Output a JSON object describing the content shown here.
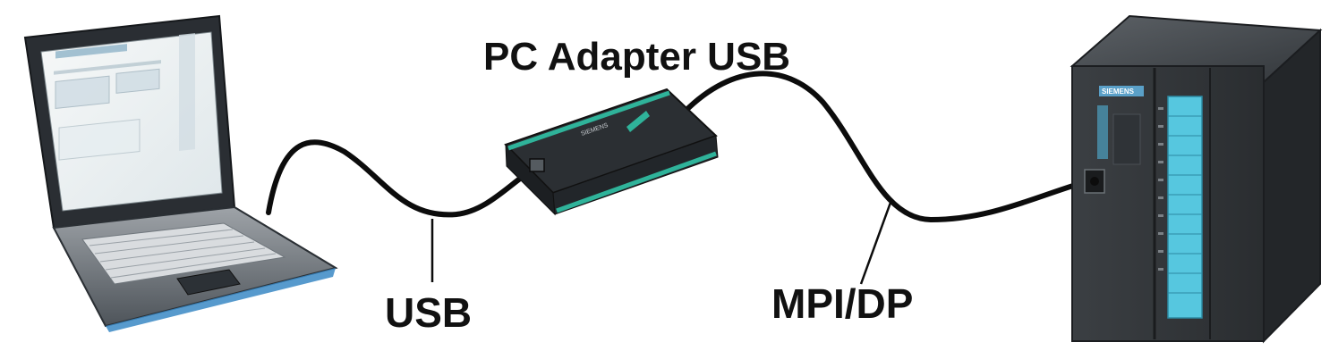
{
  "labels": {
    "adapter_title": "PC Adapter USB",
    "usb_cable": "USB",
    "mpi_cable": "MPI/DP"
  },
  "devices": {
    "adapter_brand": "SIEMENS",
    "plc_brand": "SIEMENS"
  },
  "colors": {
    "adapter_accent": "#2fb39a",
    "plc_led_strip": "#56c7df",
    "cable": "#0c0c0c"
  }
}
